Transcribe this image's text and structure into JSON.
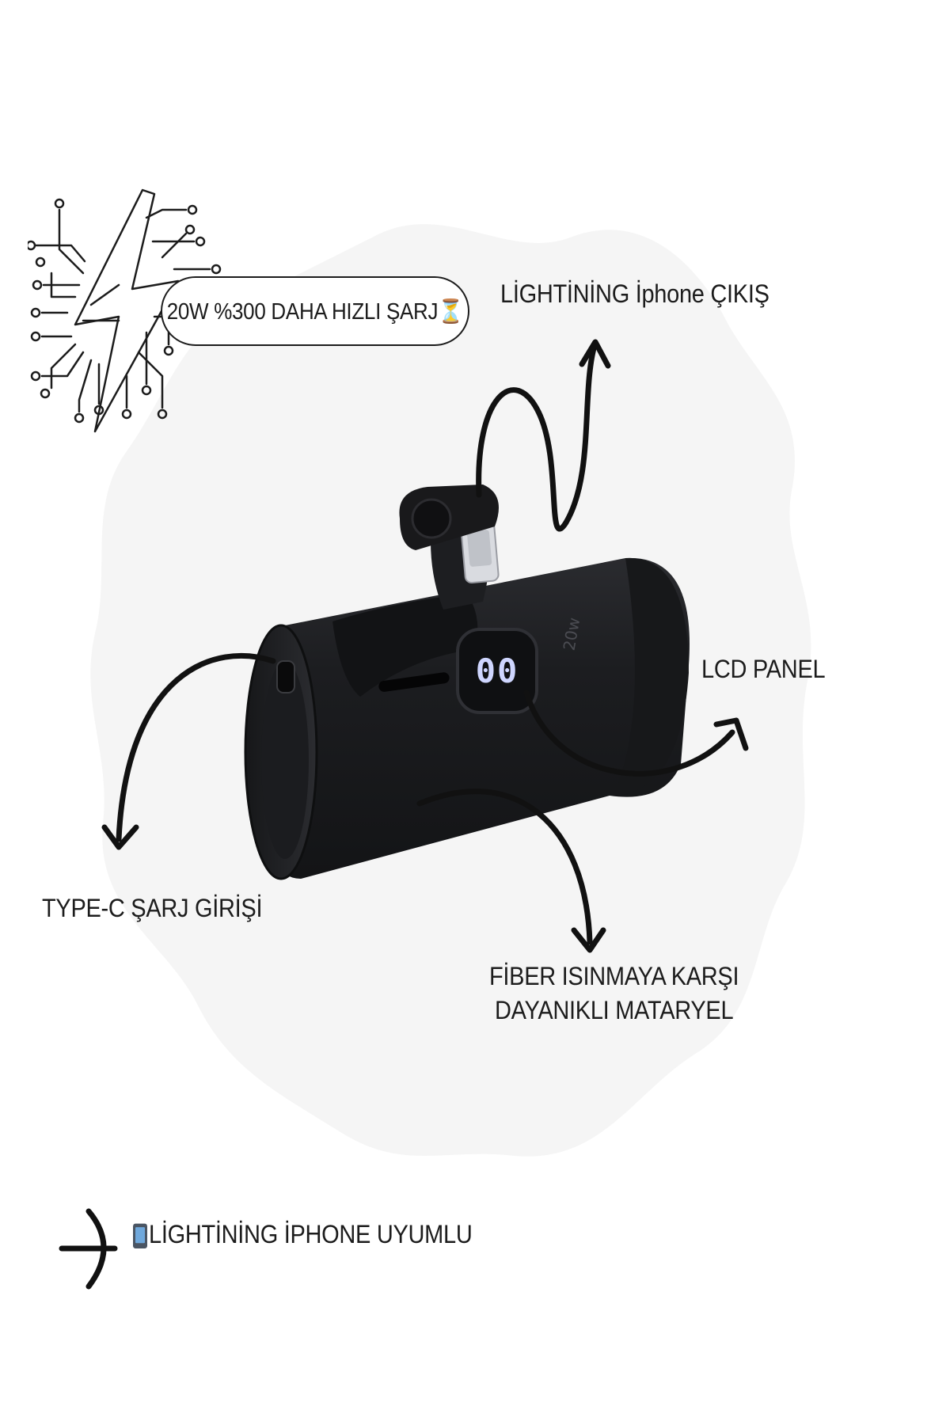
{
  "badge": {
    "text": "20W %300 DAHA HIZLI ŞARJ⏳"
  },
  "labels": {
    "lightning_output": "LİGHTİNİNG İphone ÇIKIŞ",
    "lcd_panel": "LCD PANEL",
    "typec_input": "TYPE-C ŞARJ GİRİŞİ",
    "fiber_line1": "FİBER ISINMAYA KARŞI",
    "fiber_line2": "DAYANIKLI MATARYEL",
    "compatible": "LİGHTİNİNG İPHONE UYUMLU"
  },
  "product": {
    "display_value": "00",
    "wattage_mark": "20w"
  },
  "icons": {
    "bolt": "circuit-lightning-bolt-icon",
    "phone": "mobile-phone-arrow-icon",
    "arrow": "right-arrow-icon"
  },
  "colors": {
    "background_blob": "#f5f5f5",
    "ink": "#1c1c1c",
    "device": "#1e1f22",
    "lcd": "#cfd6ff"
  }
}
